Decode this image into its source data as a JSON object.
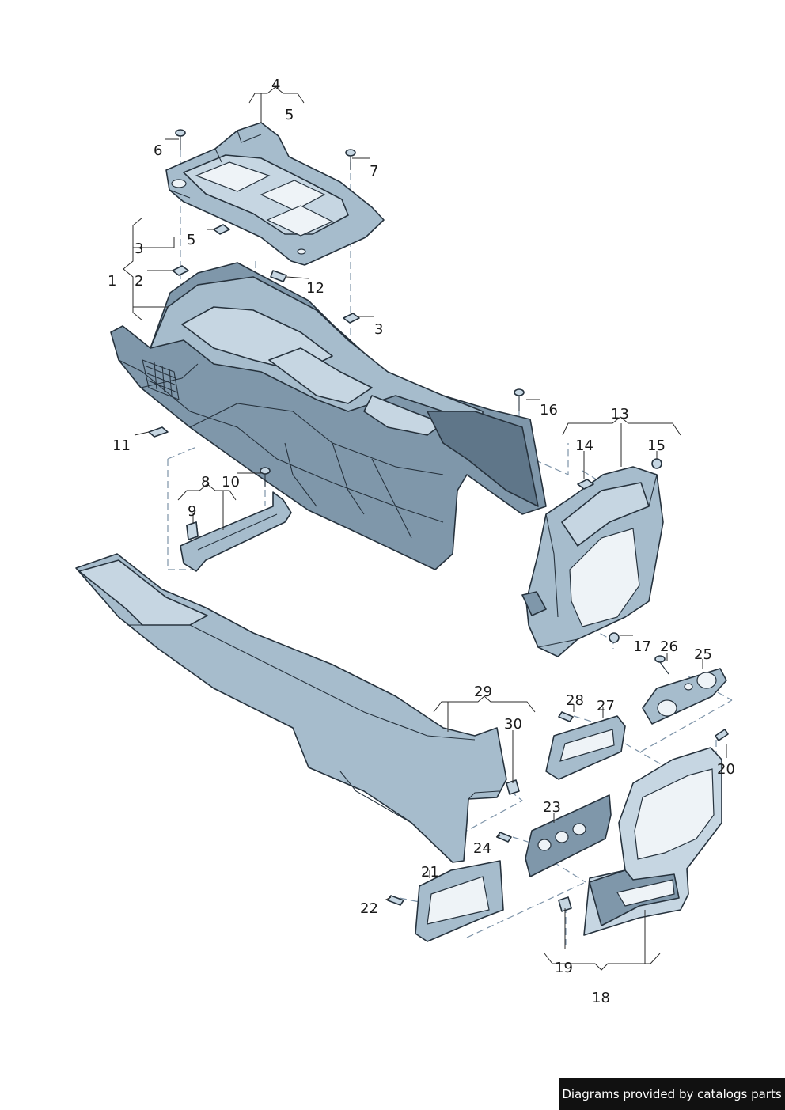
{
  "credit": "Diagrams provided by catalogs parts",
  "callouts": [
    {
      "id": "c1",
      "text": "1"
    },
    {
      "id": "c2",
      "text": "2"
    },
    {
      "id": "c3a",
      "text": "3"
    },
    {
      "id": "c3b",
      "text": "3"
    },
    {
      "id": "c4",
      "text": "4"
    },
    {
      "id": "c5a",
      "text": "5"
    },
    {
      "id": "c5b",
      "text": "5"
    },
    {
      "id": "c6",
      "text": "6"
    },
    {
      "id": "c7",
      "text": "7"
    },
    {
      "id": "c8",
      "text": "8"
    },
    {
      "id": "c9",
      "text": "9"
    },
    {
      "id": "c10",
      "text": "10"
    },
    {
      "id": "c11",
      "text": "11"
    },
    {
      "id": "c12",
      "text": "12"
    },
    {
      "id": "c13",
      "text": "13"
    },
    {
      "id": "c14",
      "text": "14"
    },
    {
      "id": "c15",
      "text": "15"
    },
    {
      "id": "c16",
      "text": "16"
    },
    {
      "id": "c17",
      "text": "17"
    },
    {
      "id": "c18",
      "text": "18"
    },
    {
      "id": "c19",
      "text": "19"
    },
    {
      "id": "c20",
      "text": "20"
    },
    {
      "id": "c21",
      "text": "21"
    },
    {
      "id": "c22",
      "text": "22"
    },
    {
      "id": "c23",
      "text": "23"
    },
    {
      "id": "c24",
      "text": "24"
    },
    {
      "id": "c25",
      "text": "25"
    },
    {
      "id": "c26",
      "text": "26"
    },
    {
      "id": "c27",
      "text": "27"
    },
    {
      "id": "c28",
      "text": "28"
    },
    {
      "id": "c29",
      "text": "29"
    },
    {
      "id": "c30",
      "text": "30"
    }
  ],
  "colors": {
    "part_light": "#c6d6e2",
    "part_mid": "#a6bccc",
    "part_dark": "#7f97aa",
    "outline": "#26323d",
    "dash_line": "#7d93a8"
  }
}
